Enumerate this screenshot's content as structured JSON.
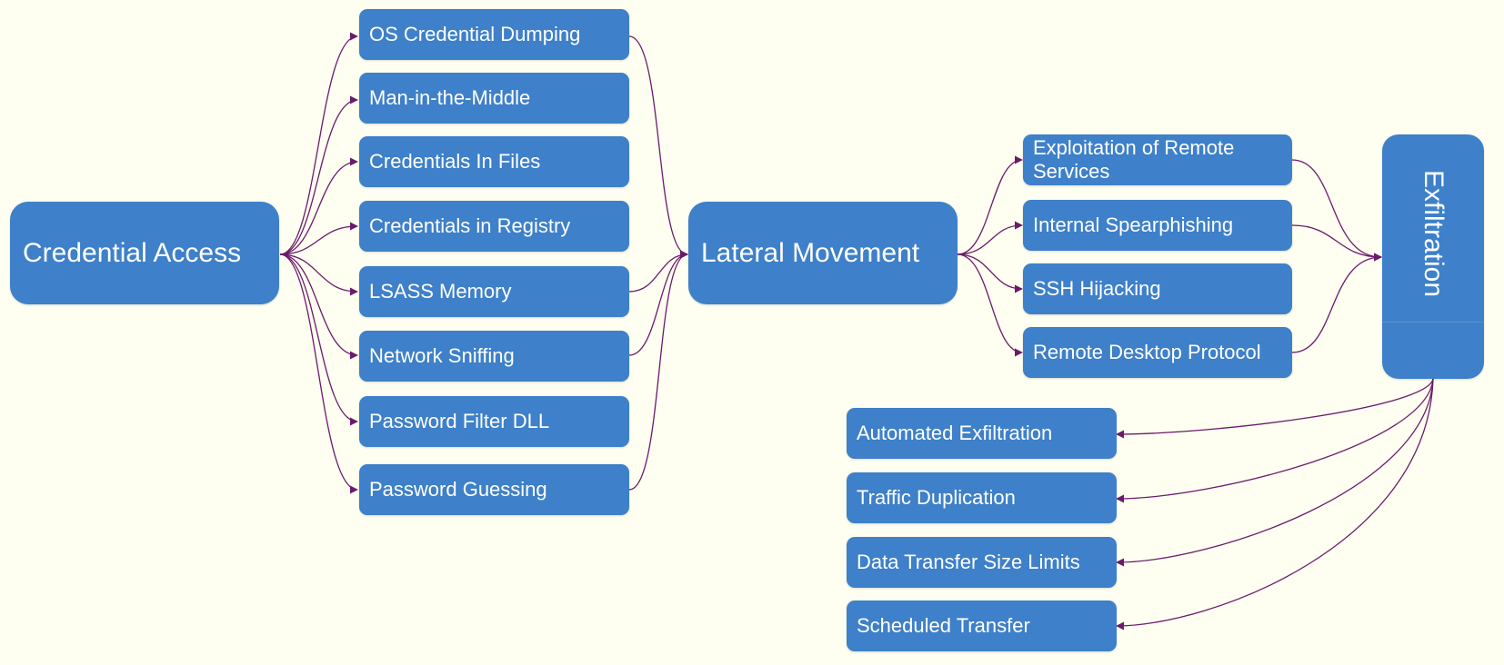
{
  "diagram": {
    "hubs": {
      "credential_access": "Credential Access",
      "lateral_movement": "Lateral Movement",
      "exfiltration": "Exfiltration"
    },
    "credential_techniques": [
      "OS Credential Dumping",
      "Man-in-the-Middle",
      "Credentials In Files",
      "Credentials in Registry",
      "LSASS Memory",
      "Network Sniffing",
      "Password Filter DLL",
      "Password Guessing"
    ],
    "lateral_techniques": [
      "Exploitation of Remote Services",
      "Internal Spearphishing",
      "SSH Hijacking",
      "Remote Desktop Protocol"
    ],
    "exfiltration_techniques": [
      "Automated Exfiltration",
      "Traffic Duplication",
      "Data Transfer Size Limits",
      "Scheduled Transfer"
    ],
    "edge_color": "#6b1a6b",
    "node_color": "#3e80c9",
    "background_color": "#fefff0"
  }
}
